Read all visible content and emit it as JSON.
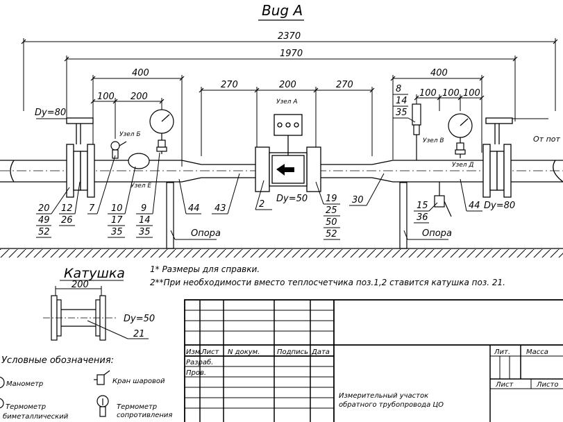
{
  "view_title": "Bug A",
  "dims": {
    "overall": "2370",
    "mid": "1970",
    "left_span": "400",
    "left_a": "100",
    "left_b": "200",
    "center_left": "270",
    "center": "200",
    "center_right": "270",
    "right_span": "400",
    "right_a": "100",
    "right_b": "100",
    "right_c": "100"
  },
  "labels": {
    "dy80_left": "Dy=80",
    "dy80_right": "Dy=80",
    "dy50": "Dy=50",
    "ot_pot": "От пот",
    "uzel_a": "Узел А",
    "uzel_b": "Узел Б",
    "uzel_v": "Узел В",
    "uzel_g": "Узел Д",
    "uzel_e": "Узел Е",
    "opora_left": "Опора",
    "opora_right": "Опора"
  },
  "callouts": {
    "c20": "20",
    "c49": "49",
    "c52a": "52",
    "c12": "12",
    "c26": "26",
    "c7": "7",
    "c10": "10",
    "c17": "17",
    "c35a": "35",
    "c9": "9",
    "c14a": "14",
    "c35b": "35",
    "c44a": "44",
    "c43": "43",
    "c2": "2",
    "c19": "19",
    "c25": "25",
    "c50": "50",
    "c52b": "52",
    "c30": "30",
    "c15": "15",
    "c36": "36",
    "c44b": "44",
    "c8": "8",
    "c14b": "14",
    "c35c": "35"
  },
  "coil": {
    "title": "Катушка",
    "dim": "200",
    "dy": "Dy=50",
    "pos": "21"
  },
  "notes": [
    "1*   Размеры для справки.",
    "2**При необходимости вместо теплосчетчика поз.1,2 ставится катушка поз. 21."
  ],
  "legend": {
    "title": "Условные обозначения:",
    "items": [
      "Манометр",
      "Кран шаровой",
      "Термометр",
      "биметаллический",
      "Термометр",
      "сопротивления"
    ]
  },
  "title_block": {
    "headers": [
      "Изм.",
      "Лист",
      "N докум.",
      "Подпись",
      "Дата"
    ],
    "rows": [
      "Разраб.",
      "Пров."
    ],
    "lit": "Лит.",
    "massa": "Масса",
    "list": "Лист",
    "listov": "Листо",
    "name_line1": "Измерительный участок",
    "name_line2": "обратного трубопровода ЦО"
  }
}
